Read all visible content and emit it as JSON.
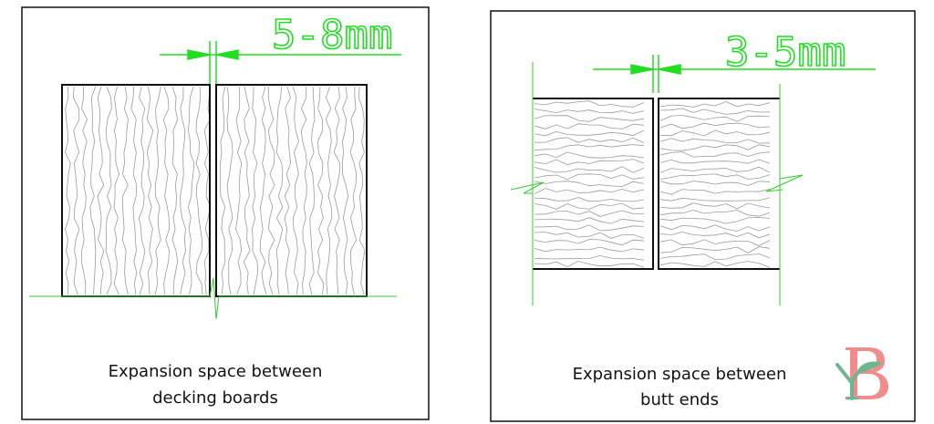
{
  "left_panel": {
    "dimension": "5-8mm",
    "caption_line1": "Expansion space between",
    "caption_line2": "decking boards"
  },
  "right_panel": {
    "dimension": "3-5mm",
    "caption_line1": "Expansion space between",
    "caption_line2": "butt ends"
  },
  "logo": {
    "text": "YB"
  },
  "colors": {
    "dimension": "#22dd22",
    "outline": "#111111",
    "grain": "#9a9a9a",
    "logo_b": "#f08c8c",
    "logo_y": "#6fb58f"
  }
}
